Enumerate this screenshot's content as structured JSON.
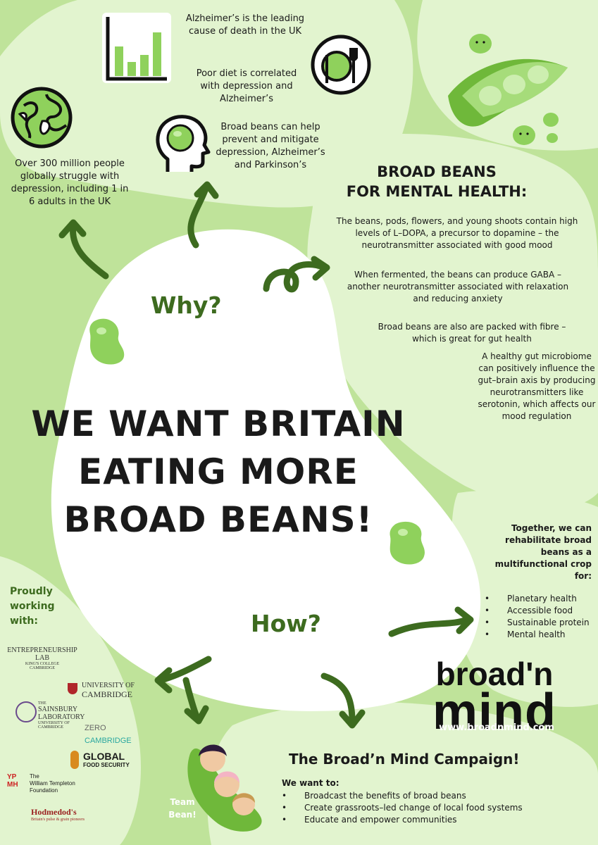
{
  "stats": {
    "alzheimers_lead": "Alzheimer’s is the leading cause of death in the UK",
    "poor_diet": "Poor diet is correlated with depression and Alzheimer’s",
    "beans_help": "Broad beans can help prevent and mitigate depression, Alzheimer’s and Parkinson’s",
    "depression_global": "Over 300 million people globally struggle with depression, including 1 in 6 adults in the UK"
  },
  "mental_health": {
    "title_line1": "BROAD BEANS",
    "title_line2": "FOR MENTAL HEALTH:",
    "para1": "The beans, pods, flowers, and young shoots contain high levels of L–DOPA, a precursor to dopamine – the neurotransmitter associated with good mood",
    "para2": "When fermented, the beans can produce GABA – another neurotransmitter associated with relaxation and reducing anxiety",
    "para3": "Broad beans are also are packed with fibre – which is great for gut health",
    "para4": "A healthy gut microbiome can positively influence the gut–brain axis by producing neurotransmitters like serotonin, which affects our mood regulation"
  },
  "center": {
    "why": "Why?",
    "how": "How?",
    "headline_line1": "WE WANT BRITAIN",
    "headline_line2": "EATING MORE",
    "headline_line3": "BROAD BEANS!"
  },
  "together": {
    "intro": "Together, we can rehabilitate broad beans as a multifunctional crop for:",
    "items": [
      "Planetary health",
      "Accessible food",
      "Sustainable protein",
      "Mental health"
    ]
  },
  "brand": {
    "logo_line1": "broad'n",
    "logo_line2": "mind",
    "url": "www.broadnmind.com"
  },
  "partners": {
    "heading": "Proudly working with:",
    "entrepreneurship": "ENTREPRENEURSHIP LAB",
    "entrepreneurship_sub1": "KING'S COLLEGE",
    "entrepreneurship_sub2": "CAMBRIDGE",
    "cambridge_l1": "UNIVERSITY OF",
    "cambridge_l2": "CAMBRIDGE",
    "sainsbury_l1": "SAINSBURY",
    "sainsbury_l2": "LABORATORY",
    "sainsbury_l3": "UNIVERSITY OF CAMBRIDGE",
    "the": "THE",
    "zero": "ZERO",
    "zero_cambridge": "CAMBRIDGE",
    "global_l1": "GLOBAL",
    "global_l2": "FOOD SECURITY",
    "templeton_mark": "YP MH",
    "templeton_l1": "The",
    "templeton_l2": "William Templeton",
    "templeton_l3": "Foundation",
    "hodmedod": "Hodmedod's",
    "hodmedod_sub": "Britain's pulse & grain pioneers"
  },
  "campaign": {
    "title": "The Broad’n Mind Campaign!",
    "intro": "We want to:",
    "items": [
      "Broadcast the benefits of broad beans",
      "Create grassroots–led change of local food systems",
      "Educate and empower communities"
    ],
    "team_line1": "Team",
    "team_line2": "Bean!"
  },
  "colors": {
    "background": "#bfe39a",
    "light_blob": "#e2f4cf",
    "white": "#ffffff",
    "bean": "#8fd15c",
    "dark_green": "#3d6b1f",
    "text": "#1a1a1a"
  },
  "icons": [
    "bar-chart-icon",
    "plate-fork-knife-icon",
    "globe-icon",
    "head-brain-icon",
    "bean-pod-icon"
  ]
}
